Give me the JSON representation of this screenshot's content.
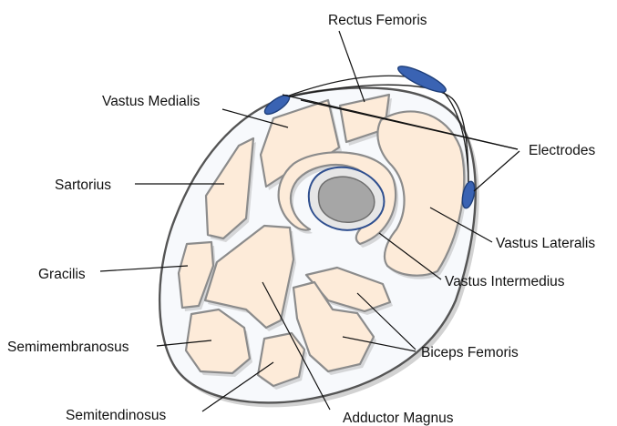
{
  "labels": {
    "rectus_femoris": "Rectus Femoris",
    "vastus_medialis": "Vastus Medialis",
    "electrodes": "Electrodes",
    "sartorius": "Sartorius",
    "vastus_lateralis": "Vastus Lateralis",
    "gracilis": "Gracilis",
    "vastus_intermedius": "Vastus Intermedius",
    "semimembranosus": "Semimembranosus",
    "biceps_femoris": "Biceps Femoris",
    "semitendinosus": "Semitendinosus",
    "adductor_magnus": "Adductor Magnus"
  },
  "colors": {
    "muscle_fill": "#fdebd9",
    "outline": "#8c8c8c",
    "bone": "#a6a6a6",
    "electrode": "#3a63b3",
    "text": "#111111"
  }
}
